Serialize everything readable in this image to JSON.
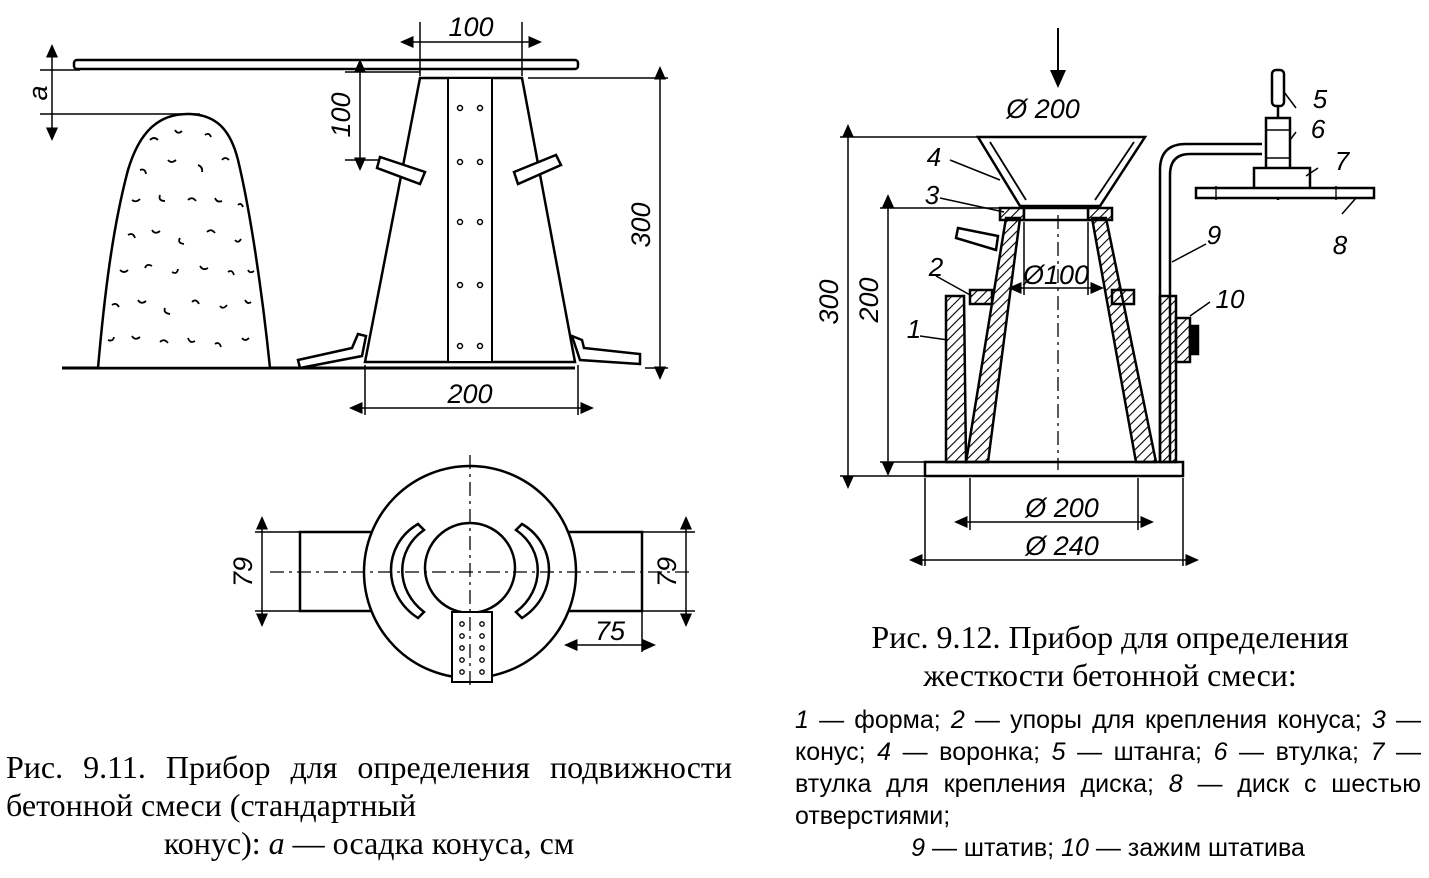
{
  "figure_9_11": {
    "dims": {
      "top_width": "100",
      "upper_offset": "100",
      "height": "300",
      "bottom_width": "200",
      "slump": "a",
      "handle_width_left": "79",
      "handle_width_right": "79",
      "handle_length": "75"
    },
    "caption": {
      "prefix": "Рис. 9.11. Прибор для определения подвижности бетонной смеси (стандартный",
      "last_line_start": "конус): ",
      "italic_symbol": "a",
      "last_line_end": " — осадка конуса, см"
    }
  },
  "figure_9_12": {
    "dims": {
      "funnel_diameter": "Ø 200",
      "cone_top_diameter": "Ø100",
      "cone_bottom_diameter": "Ø 200",
      "base_diameter": "Ø 240",
      "total_height": "300",
      "cone_height": "200"
    },
    "labels": [
      "1",
      "2",
      "3",
      "4",
      "5",
      "6",
      "7",
      "8",
      "9",
      "10"
    ],
    "caption": {
      "line1": "Рис. 9.12. Прибор для определения",
      "line2": "жесткости бетонной смеси:"
    },
    "legend": [
      {
        "num": "1",
        "text": " — форма; "
      },
      {
        "num": "2",
        "text": " — упоры для крепления конуса; "
      },
      {
        "num": "3",
        "text": " — конус; "
      },
      {
        "num": "4",
        "text": " — воронка; "
      },
      {
        "num": "5",
        "text": " — штанга; "
      },
      {
        "num": "6",
        "text": " — втулка; "
      },
      {
        "num": "7",
        "text": " — втулка для крепления диска; "
      },
      {
        "num": "8",
        "text": " — диск с шестью отверстиями; "
      },
      {
        "num": "9",
        "text": " — штатив; "
      },
      {
        "num": "10",
        "text": " — зажим штатива"
      }
    ]
  }
}
